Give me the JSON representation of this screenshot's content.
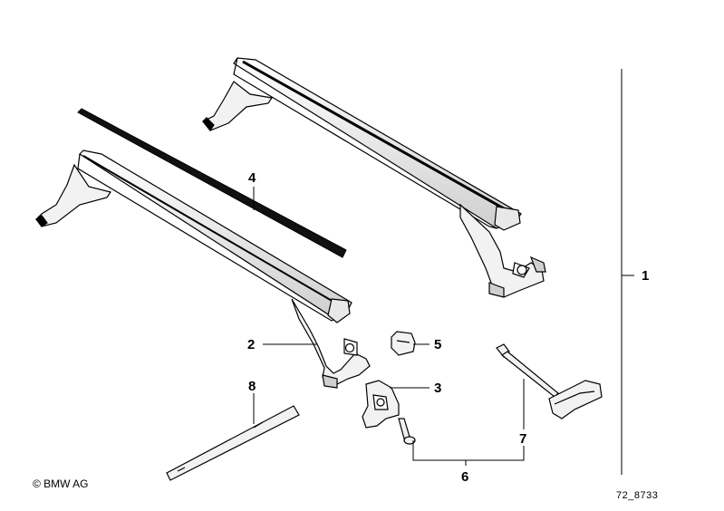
{
  "callouts": [
    "1",
    "2",
    "3",
    "4",
    "5",
    "6",
    "7",
    "8"
  ],
  "footer": {
    "copyright": "© BMW AG",
    "diagram_id": "72_8733"
  },
  "colors": {
    "line": "#000000",
    "background": "#ffffff",
    "shade": "#d9d9d9"
  }
}
